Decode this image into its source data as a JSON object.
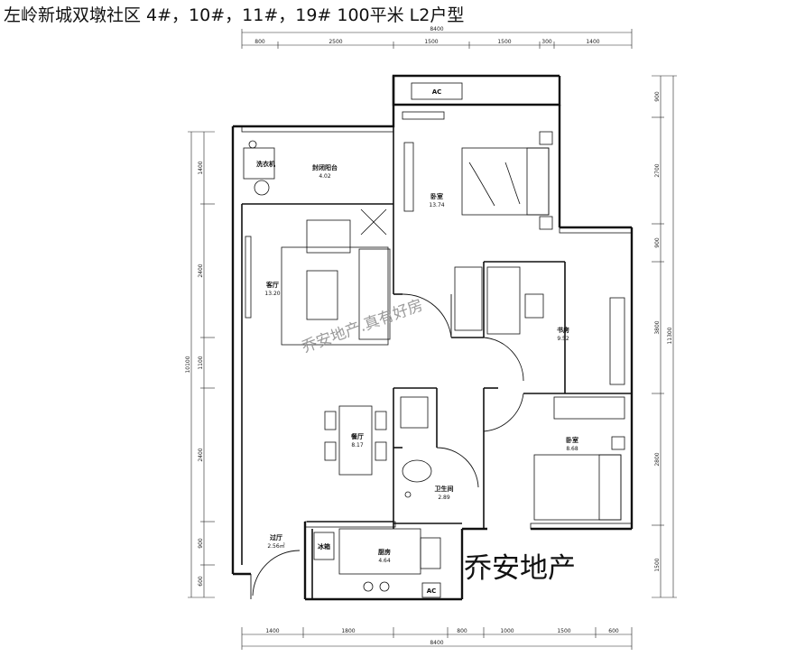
{
  "title": "左岭新城双墩社区 4#，10#，11#，19# 100平米 L2户型",
  "watermarks": {
    "diagonal": "乔安地产.真有好房",
    "corner": "乔安地产"
  },
  "rooms": {
    "laundry": "洗衣机",
    "balcony": {
      "name": "封闭阳台",
      "area": "4.02"
    },
    "master_bed": {
      "name": "卧室",
      "area": "13.74"
    },
    "living": {
      "name": "客厅",
      "area": "13.20"
    },
    "study": {
      "name": "书房",
      "area": "9.52"
    },
    "dining": {
      "name": "餐厅",
      "area": "8.17"
    },
    "bed2": {
      "name": "卧室",
      "area": "8.68"
    },
    "bath": {
      "name": "卫生间",
      "area": "2.89"
    },
    "hall": {
      "name": "过厅",
      "area": "2.56㎡"
    },
    "kitchen": {
      "name": "厨房",
      "area": "4.64"
    },
    "fridge": "冰箱",
    "ac_top": "AC",
    "ac_kitchen": "AC"
  },
  "dims_top": {
    "total": "8400",
    "segments": [
      "800",
      "2500",
      "1500",
      "1500",
      "300",
      "1400"
    ]
  },
  "dims_bottom": {
    "total": "8400",
    "segments": [
      "1400",
      "1800",
      "800",
      "1000",
      "1500",
      "600"
    ]
  },
  "dims_left": {
    "total": "10100",
    "segments": [
      "1400",
      "2400",
      "1100",
      "2400",
      "900",
      "600"
    ]
  },
  "dims_right": {
    "total": "11300",
    "segments": [
      "900",
      "2700",
      "900",
      "3800",
      "2800",
      "1500"
    ]
  }
}
